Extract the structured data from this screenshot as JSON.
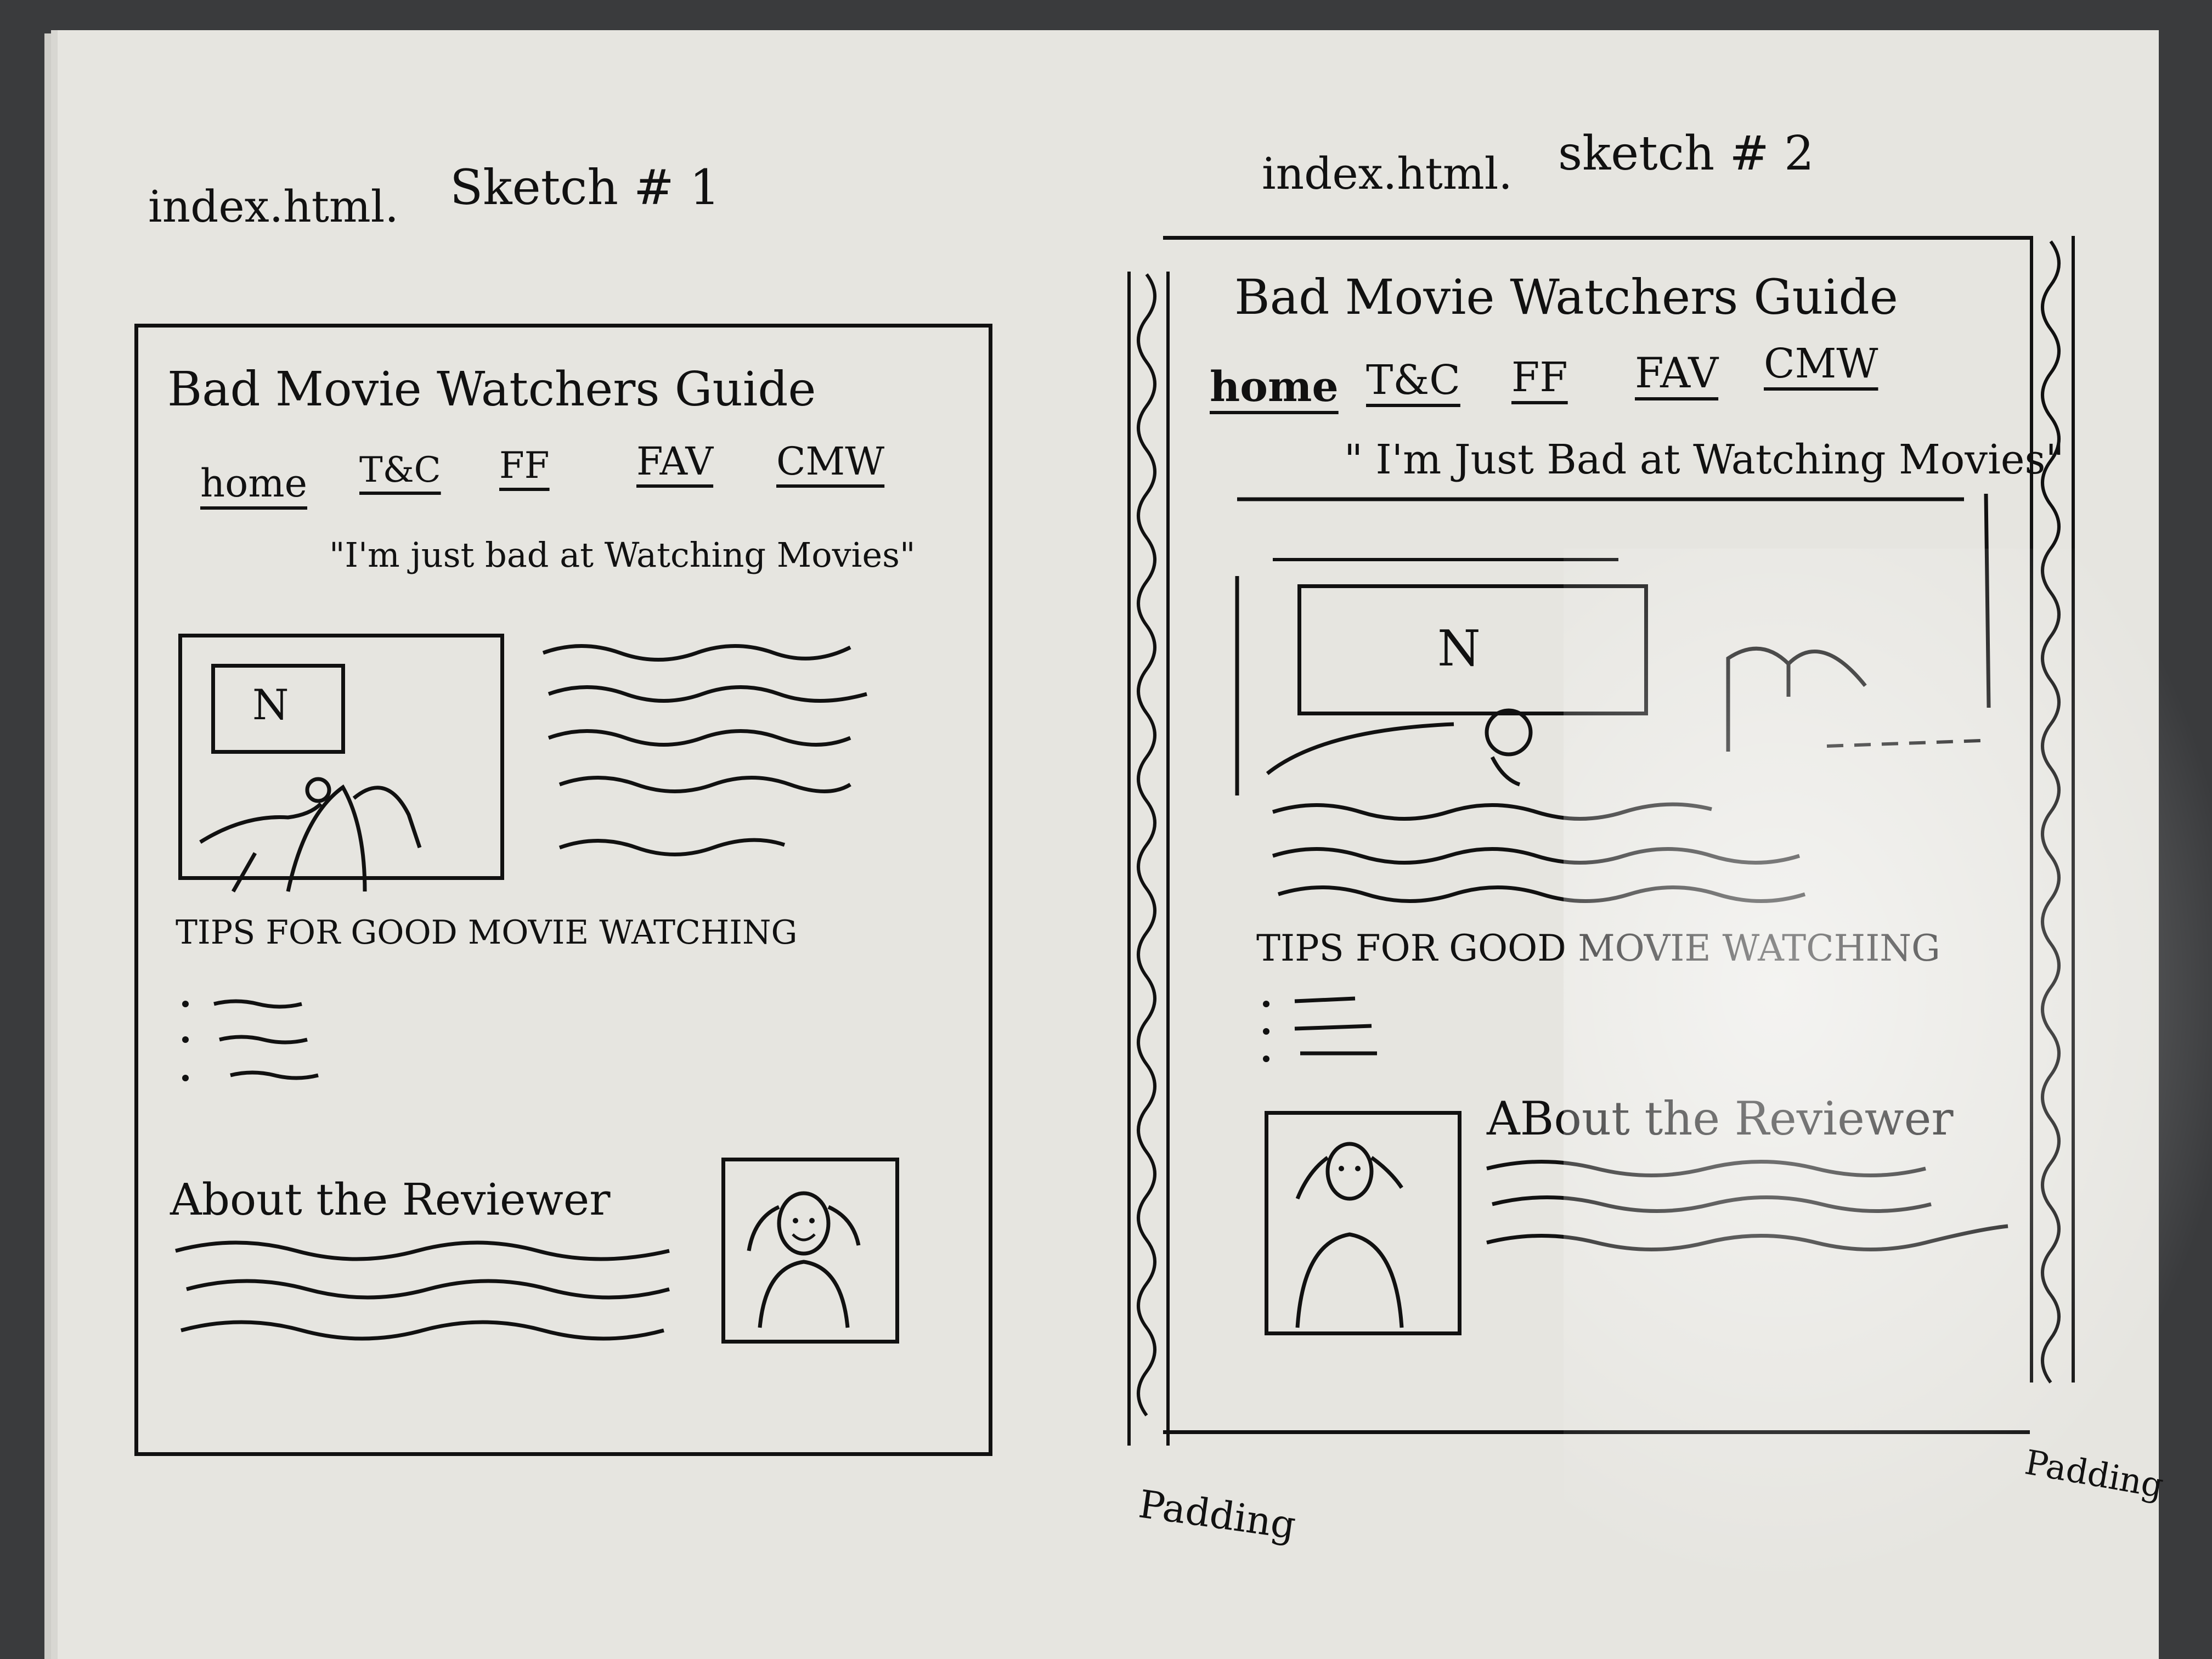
{
  "sketch1": {
    "file_label": "index.html.",
    "sketch_label": "Sketch # 1",
    "site_title": "Bad Movie Watchers Guide",
    "nav": [
      "home",
      "T&C",
      "FF",
      "FAV",
      "CMW"
    ],
    "tagline": "\"I'm just bad at Watching Movies\"",
    "hero_placeholder_letter": "N",
    "tips_heading": "TIPS FOR GOOD MOVIE WATCHING",
    "about_heading": "About the Reviewer"
  },
  "sketch2": {
    "file_label": "index.html.",
    "sketch_label": "sketch # 2",
    "site_title": "Bad Movie Watchers Guide",
    "nav": [
      "home",
      "T&C",
      "FF",
      "FAV",
      "CMW"
    ],
    "tagline": "\" I'm Just Bad at Watching Movies\"",
    "hero_placeholder_letter": "N",
    "tips_heading": "TIPS FOR GOOD MOVIE WATCHING",
    "about_heading": "ABout the Reviewer",
    "padding_labels": [
      "Padding",
      "Padding"
    ]
  },
  "icons": [
    "tv-screen-icon",
    "person-icon",
    "mountain-icon",
    "reviewer-portrait-icon",
    "bullet-icon",
    "squiggle-padding-icon"
  ]
}
